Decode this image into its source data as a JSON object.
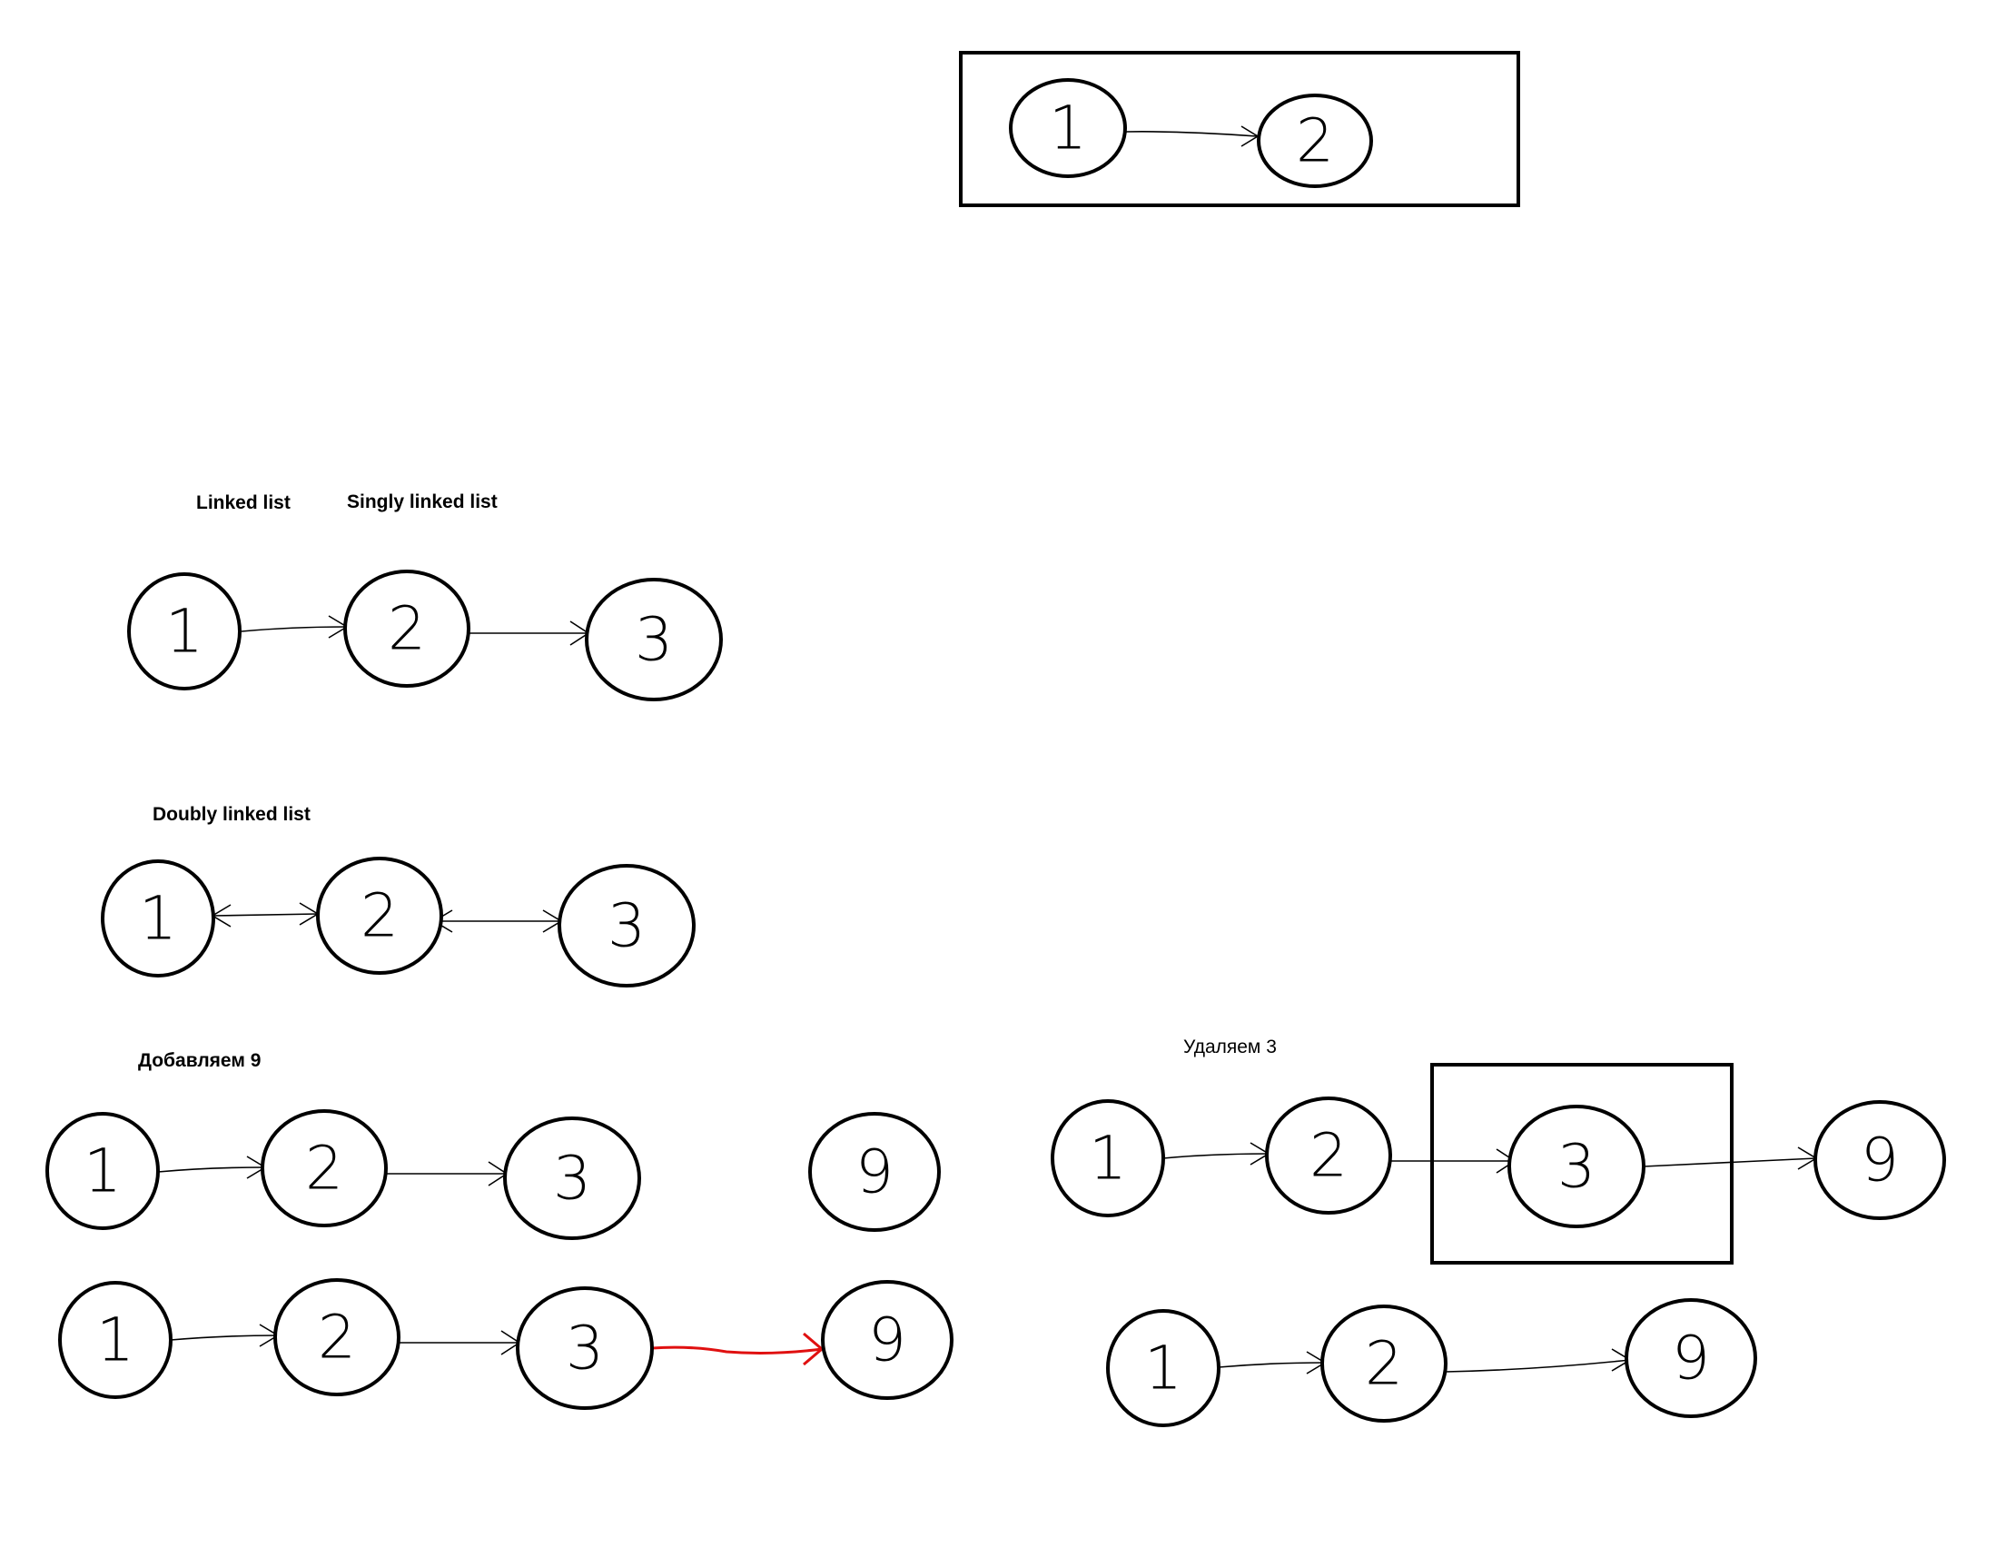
{
  "labels": {
    "linked_list": "Linked list",
    "singly_linked_list": "Singly linked list",
    "doubly_linked_list": "Doubly linked list",
    "add_9": "Добавляем 9",
    "delete_3": "Удаляем 3"
  },
  "diagrams": {
    "top_box": [
      "1",
      "2"
    ],
    "singly": [
      "1",
      "2",
      "3"
    ],
    "doubly": [
      "1",
      "2",
      "3"
    ],
    "add_before": [
      "1",
      "2",
      "3",
      "9"
    ],
    "add_after": [
      "1",
      "2",
      "3",
      "9"
    ],
    "delete_before": [
      "1",
      "2",
      "3",
      "9"
    ],
    "delete_after": [
      "1",
      "2",
      "9"
    ]
  },
  "colors": {
    "stroke": "#000000",
    "highlight": "#e01010"
  }
}
